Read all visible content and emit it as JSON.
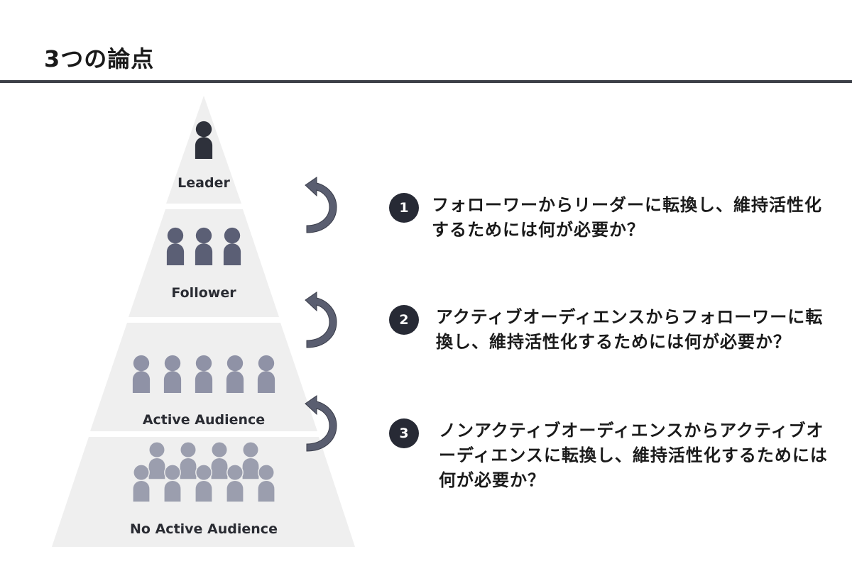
{
  "title": "3つの論点",
  "tiers": [
    {
      "label": "Leader"
    },
    {
      "label": "Follower"
    },
    {
      "label": "Active Audience"
    },
    {
      "label": "No Active Audience"
    }
  ],
  "items": [
    {
      "number": "1",
      "text": "フォローワーからリーダーに転換し、維持活性化するためには何が必要か？"
    },
    {
      "number": "2",
      "text": "アクティブオーディエンスからフォローワーに転換し、維持活性化するためには何が必要か？"
    },
    {
      "number": "3",
      "text": "ノンアクティブオーディエンスからアクティブオーディエンスに転換し、維持活性化するためには何が必要か？"
    }
  ],
  "colors": {
    "tier_fill": "#efefef",
    "leader_person": "#2e313b",
    "follower_person": "#5b5f75",
    "active_person": "#8f92a6",
    "inactive_person": "#9b9eae",
    "arrow": "#5a5e70",
    "badge": "#272a35"
  }
}
